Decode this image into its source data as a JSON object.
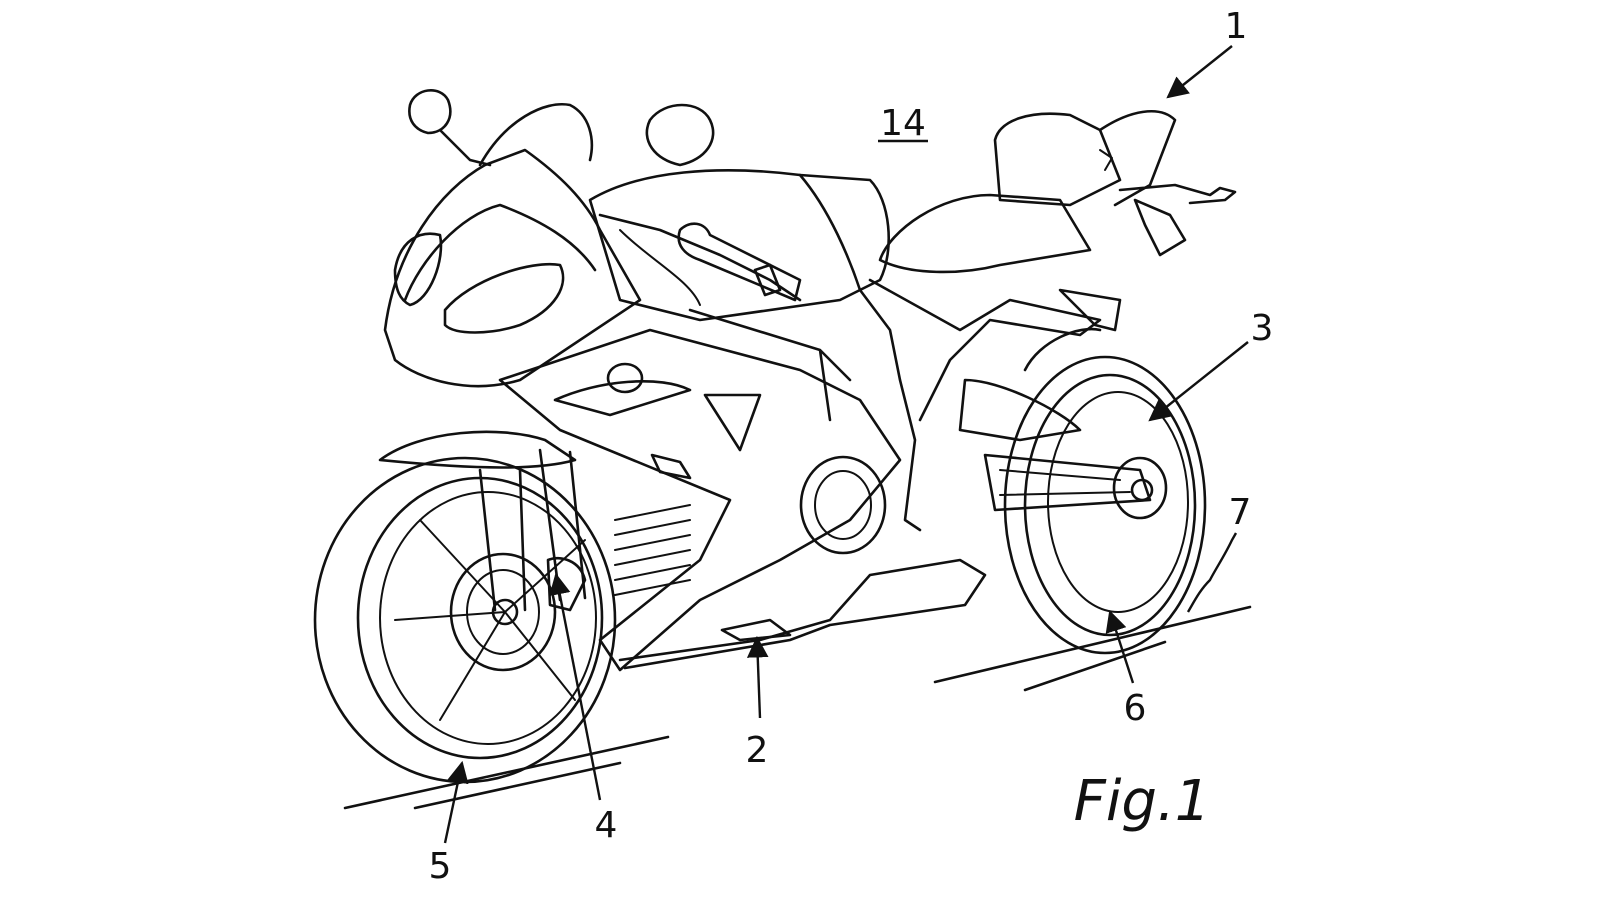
{
  "figure": {
    "caption": "Fig.1",
    "assembly_reference": "14",
    "reference_numerals": [
      "1",
      "2",
      "3",
      "4",
      "5",
      "6",
      "7"
    ]
  },
  "colors": {
    "line": "#111111",
    "background": "#ffffff"
  }
}
